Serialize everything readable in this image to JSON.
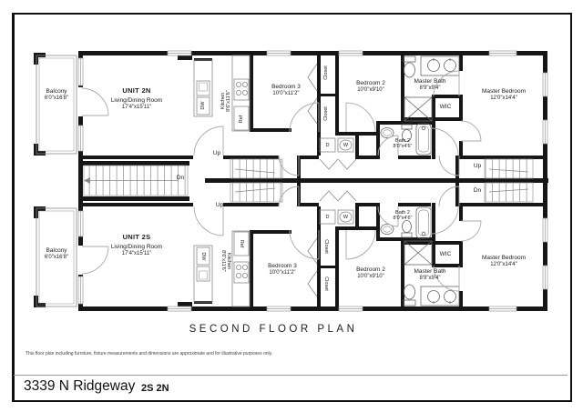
{
  "frame": {
    "plan_title": "SECOND FLOOR PLAN",
    "disclaimer": "This floor plan including furniture, fixture measurements and dimensions are approximate and for illustrative purposes only.",
    "address": "3339 N Ridgeway",
    "units_tag": "2S 2N"
  },
  "units": {
    "n": "UNIT 2N",
    "s": "UNIT 2S"
  },
  "rooms": {
    "living": {
      "name": "Living/Dining Room",
      "dims": "17'4\"x15'11\""
    },
    "kitchen": {
      "name": "Kitchen",
      "dims": "8'6\"x11'6\""
    },
    "bedroom3": {
      "name": "Bedroom 3",
      "dims": "10'0\"x11'2\""
    },
    "bedroom2": {
      "name": "Bedroom 2",
      "dims": "10'0\"x9'10\""
    },
    "master_bath": {
      "name": "Master Bath",
      "dims": "8'9\"x9'4\""
    },
    "master_bedroom": {
      "name": "Master Bedroom",
      "dims": "12'0\"x14'4\""
    },
    "bath2": {
      "name": "Bath 2",
      "dims": "8'0\"x4'6\""
    },
    "balcony": {
      "name": "Balcony",
      "dims": "6'0\"x16'8\""
    },
    "wic": "WIC",
    "closet": "Closet"
  },
  "appliances": {
    "dw": "DW",
    "ref": "Ref",
    "dryer": "D",
    "washer": "W"
  },
  "stairs": {
    "up": "Up",
    "dn": "Dn"
  },
  "colors": {
    "wall": "#161616",
    "thin_line": "#8a8a8a",
    "text": "#1c1c1c"
  }
}
